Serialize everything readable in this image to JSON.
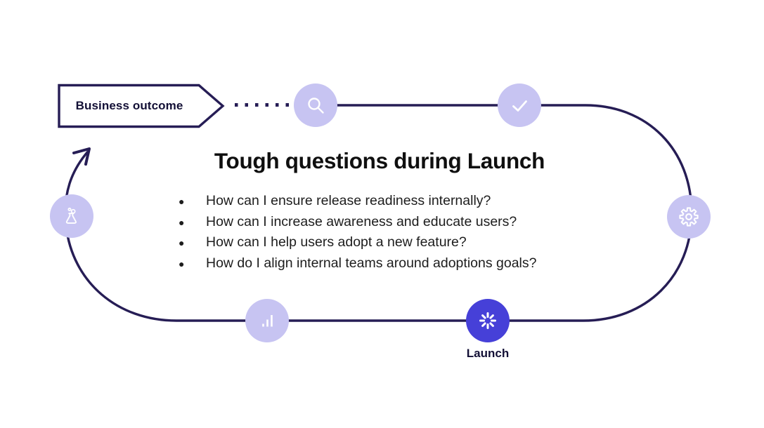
{
  "flow": {
    "start_label": "Business outcome",
    "launch_label": "Launch",
    "icons": [
      "magnifier",
      "checkmark",
      "gear",
      "launch-burst",
      "bar-chart",
      "flask"
    ],
    "colors": {
      "loop_stroke": "#261d55",
      "node_fill": "#c7c4f2",
      "launch_node_fill": "#4640d8",
      "icon_stroke": "#ffffff"
    }
  },
  "content": {
    "title": "Tough questions during Launch",
    "questions": [
      "How can I ensure release readiness internally?",
      "How can I increase awareness and educate users?",
      "How can I help users adopt a new feature?",
      "How do I align internal teams around adoptions goals?"
    ]
  }
}
